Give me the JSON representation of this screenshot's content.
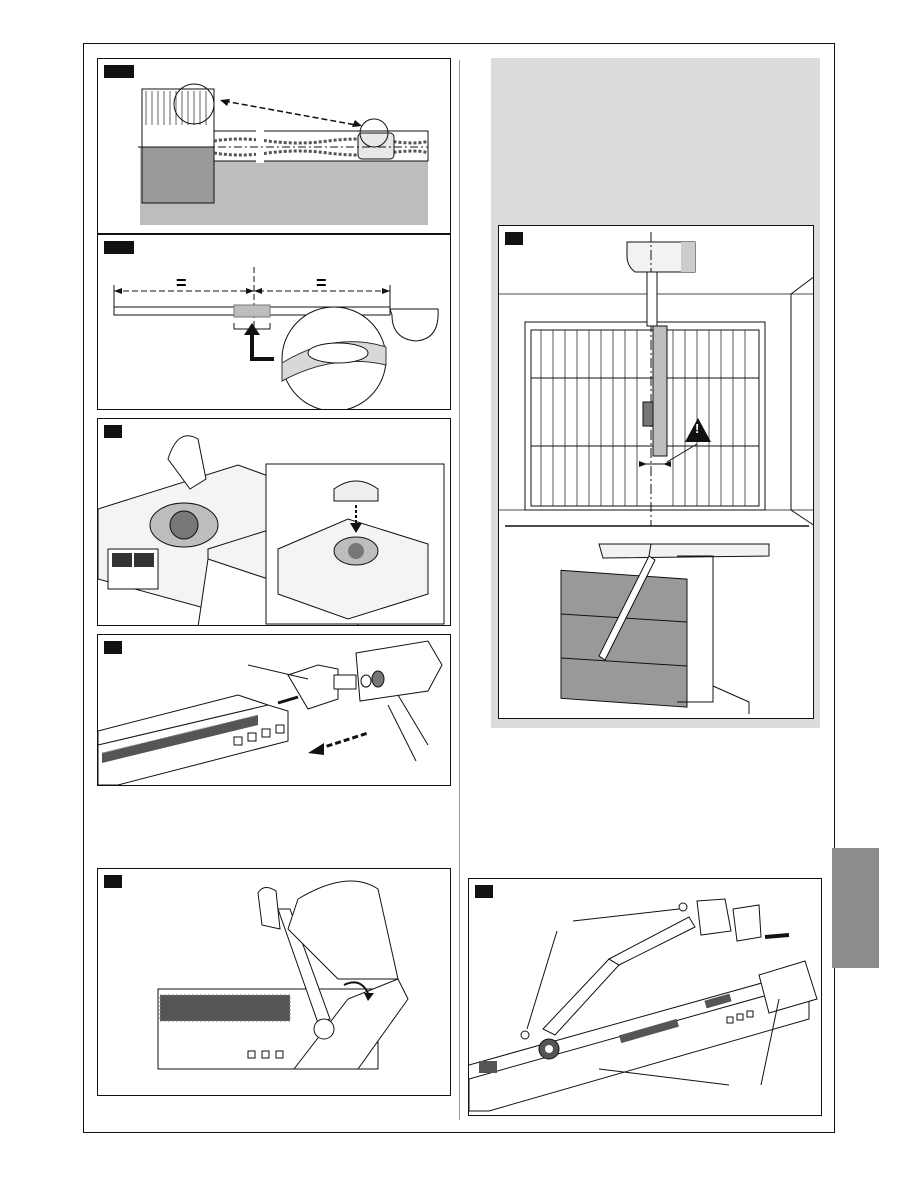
{
  "page": {
    "left_column": [
      {
        "id": "fig_chain_alignment",
        "tag": ""
      },
      {
        "id": "fig_chain_center",
        "tag": "",
        "equal_left": "=",
        "equal_right": "="
      },
      {
        "id": "fig_motor_sprocket",
        "tag": ""
      },
      {
        "id": "fig_bracket_assembly",
        "tag": ""
      },
      {
        "id": "fig_wrench_tighten",
        "tag": ""
      }
    ],
    "right_column": [
      {
        "id": "fig_door_arm",
        "tag": "",
        "warning_symbol": "!"
      },
      {
        "id": "fig_arm_assembly",
        "tag": ""
      }
    ]
  },
  "colors": {
    "panel_border": "#111111",
    "shade": "#bdbdbd",
    "grey_box": "#dcdcdc",
    "side_tab": "#8c8c8c"
  }
}
